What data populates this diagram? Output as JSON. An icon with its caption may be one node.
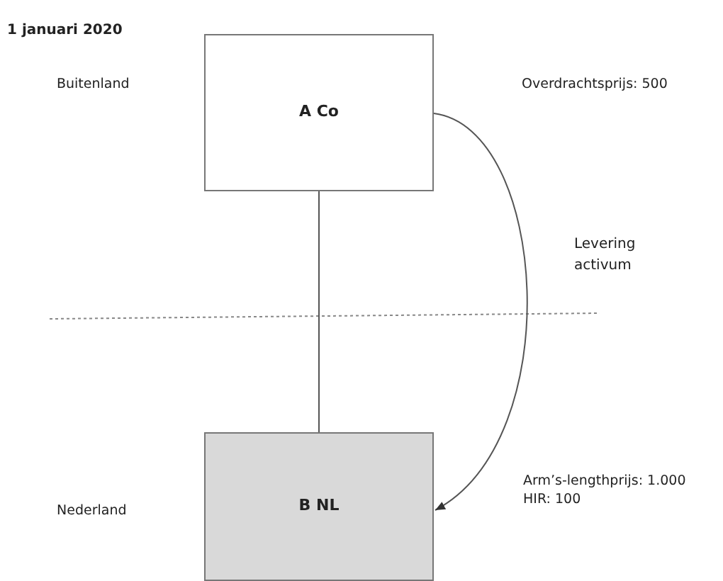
{
  "diagram": {
    "title": "1 januari 2020",
    "nodes": [
      {
        "text": [
          "A Co"
        ]
      },
      {
        "text": [
          "B NL"
        ]
      }
    ],
    "edges": [
      {
        "from": 0,
        "to": 1,
        "arrow": "none"
      },
      {
        "from": 0,
        "to": 1,
        "arrow": "to",
        "label": "Levering activum"
      }
    ],
    "labels": [
      "Buitenland",
      "Overdrachtsprijs: 500",
      "Nederland",
      "Arm’s-lengthprijs: 1.000",
      "HIR: 100"
    ]
  }
}
